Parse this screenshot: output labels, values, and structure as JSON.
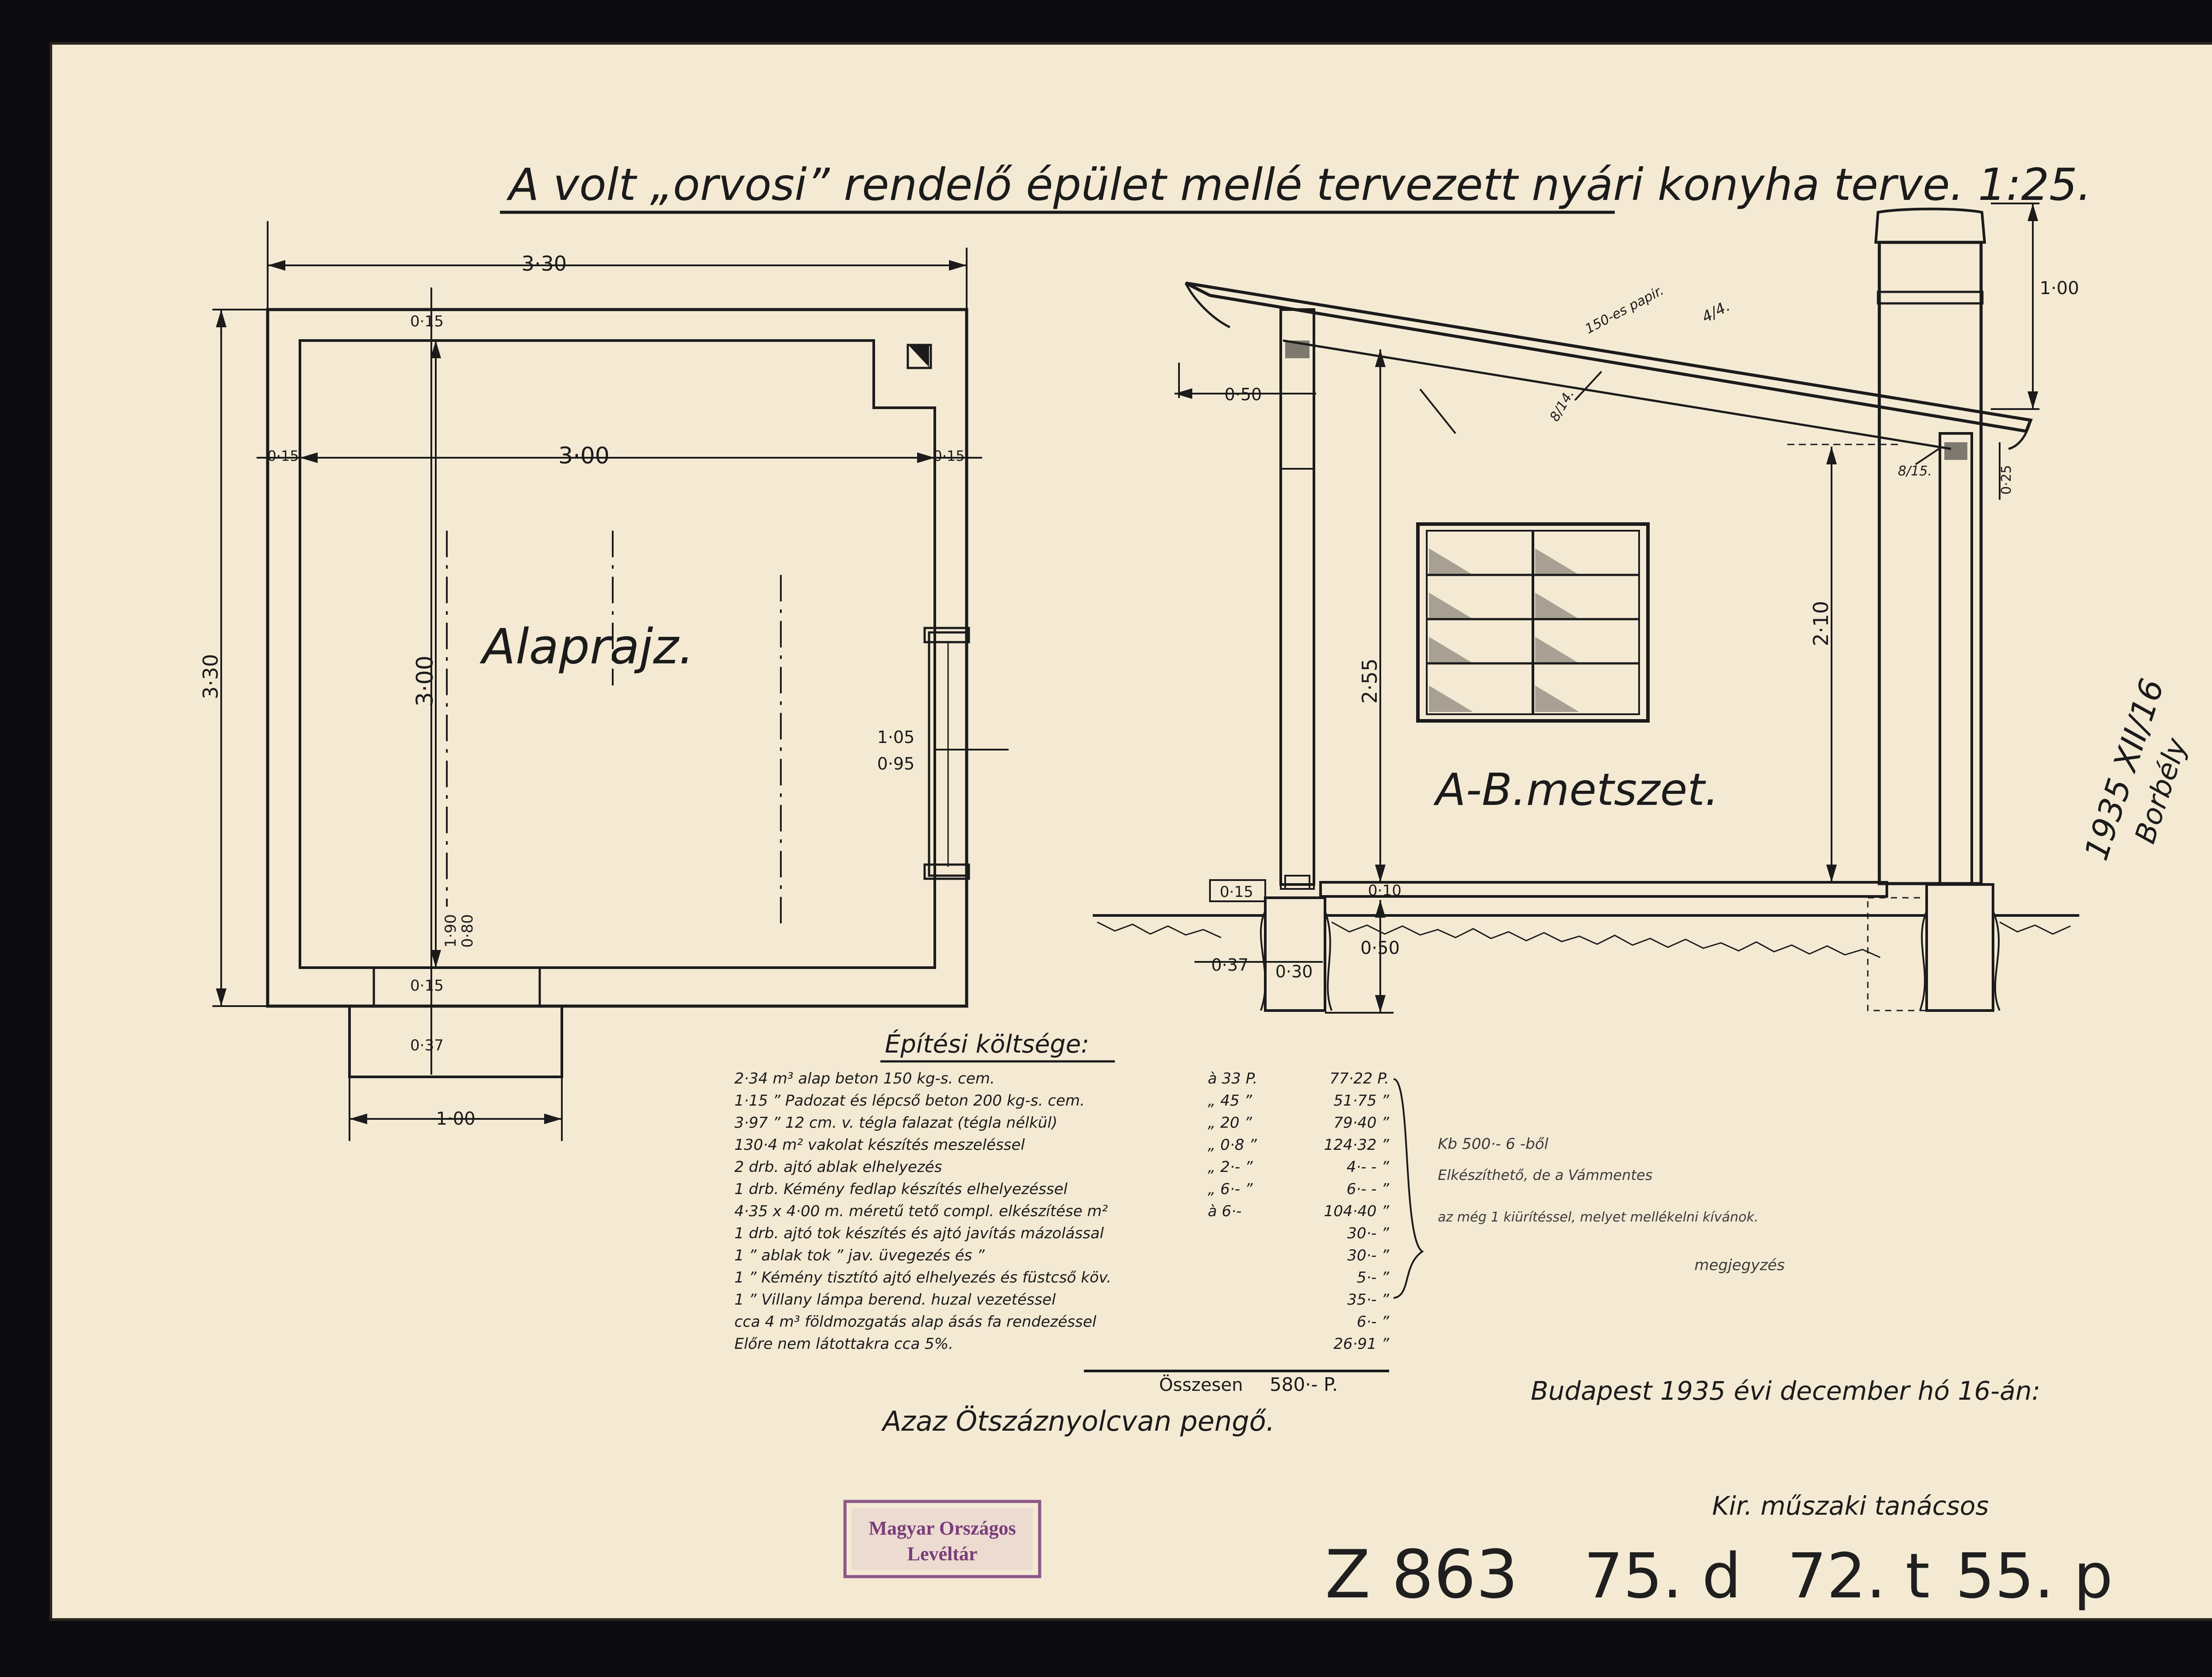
{
  "document": {
    "title": "A volt „orvosi” rendelő épület mellé tervezett nyári konyha terve. 1:25.",
    "paper_color": "#f4ead4",
    "ink_color": "#1b1b1b",
    "stamp_color": "#7a3d7a"
  },
  "plan": {
    "label": "Alaprajz.",
    "dims": {
      "overall_width": "3·30",
      "overall_height": "3·30",
      "inner_width": "3·00",
      "inner_height": "3·00",
      "wall_top": "0·15",
      "wall_left": "0·15",
      "wall_right": "0·15",
      "wall_bottom": "0·15",
      "window_head": "1·05",
      "window_sill": "0·95",
      "door_a": "1·90",
      "door_b": "0·80",
      "step_depth": "0·37",
      "step_width": "1·00"
    }
  },
  "section": {
    "label": "A-B.metszet.",
    "dims": {
      "chimney_top": "1·00",
      "eave": "0·50",
      "ridge_height": "2·55",
      "wall_height": "2·10",
      "plinth": "0·15",
      "floor": "0·10",
      "foundation_depth": "0·50",
      "foundation_left": "0·37",
      "foundation_width": "0·30",
      "beam_offset": "0·25",
      "roof_note_a": "150-es papir.",
      "roof_note_b": "4/4.",
      "rafter_a": "8/14.",
      "rafter_b": "8/15."
    }
  },
  "costs": {
    "heading": "Építési költsége:",
    "rows": [
      {
        "item": "2·34 m³ alap beton 150 kg-s. cem.",
        "rate": "à 33 P.",
        "amount": "77·22 P."
      },
      {
        "item": "1·15 ” Padozat és lépcső beton 200 kg-s. cem.",
        "rate": "„ 45 ”",
        "amount": "51·75 ”"
      },
      {
        "item": "3·97 ” 12 cm. v. tégla falazat (tégla nélkül)",
        "rate": "„ 20 ”",
        "amount": "79·40 ”"
      },
      {
        "item": "130·4 m² vakolat készítés meszeléssel",
        "rate": "„ 0·8 ”",
        "amount": "124·32 ”"
      },
      {
        "item": "2 drb. ajtó ablak elhelyezés",
        "rate": "„ 2·- ”",
        "amount": "4·- - ”"
      },
      {
        "item": "1 drb. Kémény fedlap készítés elhelyezéssel",
        "rate": "„ 6·- ”",
        "amount": "6·- - ”"
      },
      {
        "item": "4·35 x 4·00 m. méretű tető compl. elkészítése m²",
        "rate": "à 6·-",
        "amount": "104·40 ”"
      },
      {
        "item": "1 drb. ajtó tok készítés és ajtó javítás mázolással",
        "rate": "",
        "amount": "30·- ”"
      },
      {
        "item": "1 ” ablak tok ” jav. üvegezés és ”",
        "rate": "",
        "amount": "30·- ”"
      },
      {
        "item": "1 ” Kémény tisztító ajtó elhelyezés és füstcső köv.",
        "rate": "",
        "amount": "5·- ”"
      },
      {
        "item": "1 ” Villany lámpa berend. huzal vezetéssel",
        "rate": "",
        "amount": "35·- ”"
      },
      {
        "item": "cca 4 m³ földmozgatás alap ásás fa rendezéssel",
        "rate": "",
        "amount": "6·- ”"
      },
      {
        "item": "Előre nem látottakra cca 5%.",
        "rate": "",
        "amount": "26·91 ”"
      }
    ],
    "total_label": "Összesen",
    "total_value": "580·- P.",
    "in_words": "Azaz Ötszáznyolcvan pengő."
  },
  "pencil_notes": [
    "Kb 500·- 6 -ből",
    "Elkészíthető, de a Vámmentes",
    "az még 1 kiürítéssel, melyet mellékelni kívánok.",
    "megjegyzés"
  ],
  "place_date": "Budapest 1935 évi december hó 16-án:",
  "approval": {
    "date": "1935 XII/16",
    "initials": "Borbély"
  },
  "signatory": "Kir. műszaki tanácsos",
  "stamp": {
    "line1": "Magyar Országos",
    "line2": "Levéltár"
  },
  "reference": {
    "code": "Z 863",
    "part1": "75. d",
    "part2": "72. t",
    "part3": "55. p"
  }
}
